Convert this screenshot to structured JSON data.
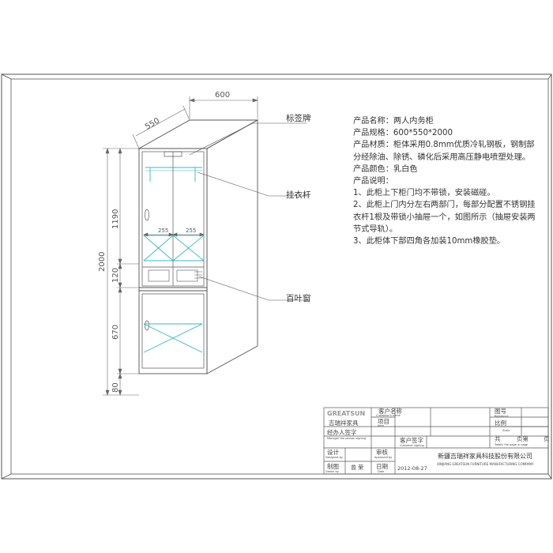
{
  "drawing": {
    "dimensions": {
      "width": "600",
      "depth": "550",
      "height": "2000",
      "upper": "1190",
      "drawer": "120",
      "lower": "670",
      "base": "80",
      "rail_left": "255",
      "rail_right": "255"
    },
    "callouts": {
      "label_plate": "标签牌",
      "hanging_rod": "挂衣杆",
      "louver": "百叶窗"
    }
  },
  "spec": {
    "name": "产品名称：两人内务柜",
    "size": "产品规格：600*550*2000",
    "material_1": "产品材质：柜体采用0.8mm优质冷轧钢板，钢制部",
    "material_2": "分经除油、除锈、磷化后采用高压静电喷塑处理。",
    "color": "产品颜色：乳白色",
    "notes_title": "产品说明：",
    "note_1": "1、此柜上下柜门均不带锁，安装磁碰。",
    "note_2a": "2、此柜上门内分左右两部门，每部分配置不锈钢挂",
    "note_2b": "衣杆1根及带锁小抽屉一个，如图所示（抽屉安装两",
    "note_2c": "节式导轨）。",
    "note_3": "3、此柜体下部四角各加装10mm橡胶垫。"
  },
  "title_block": {
    "logo_brand": "GREATSUN",
    "company_cn": "吉瑞祥家具",
    "customer_name": "客户名称",
    "customer_name_en": "Customer's name",
    "item": "项目",
    "item_en": "Item",
    "handler": "经办人签字",
    "handler_en": "Manager the person signing",
    "customer_sign": "客户签字",
    "customer_sign_en": "Customer signing",
    "design": "设计",
    "design_en": "Designed by",
    "review": "审核",
    "review_en": "Approved by",
    "drawn": "制图",
    "drawn_en": "Drawn by",
    "drawer_name": "曾 荣",
    "date_label": "日期",
    "date_en": "Date",
    "date_value": "2012-08-27",
    "drawing_no": "图号",
    "drawing_no_en": "Reference",
    "scale": "比例",
    "scale_en": "Scale",
    "pages_1": "共",
    "pages_2": "页第",
    "pages_3": "页",
    "pages_en": "Totally the page in page",
    "company_full": "新疆吉瑞祥家具科技股份有限公司",
    "company_full_en": "XINJIANG GREATSUN FURNITURE MANUFACTURING COMPANY"
  },
  "colors": {
    "line": "#555555",
    "dimension": "#666666",
    "interior_cyan": "#39b6c8",
    "brand_orange": "#e8732a"
  }
}
